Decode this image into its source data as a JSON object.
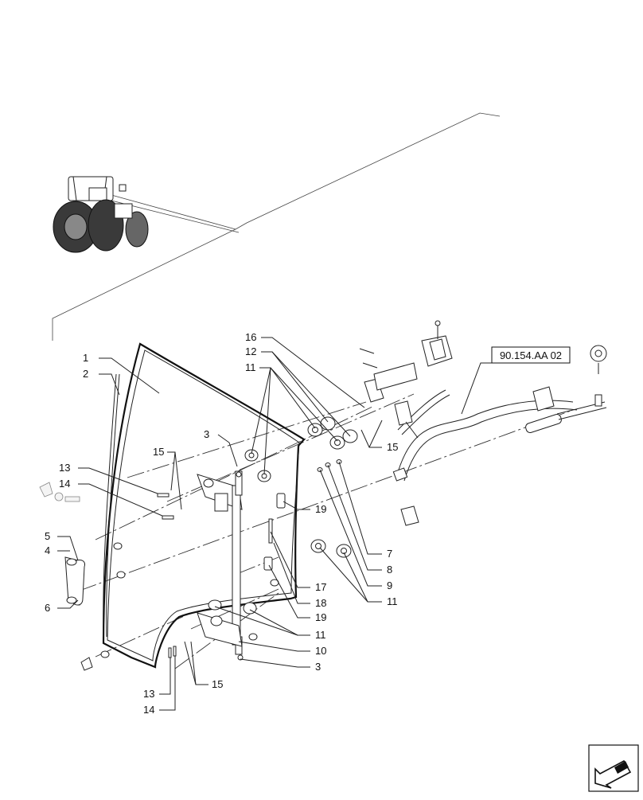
{
  "diagram": {
    "reference_box": "90.154.AA 02",
    "callouts": {
      "c1": "1",
      "c2": "2",
      "c3a": "3",
      "c3b": "3",
      "c4": "4",
      "c5": "5",
      "c6": "6",
      "c7": "7",
      "c8": "8",
      "c9": "9",
      "c10": "10",
      "c11a": "11",
      "c11b": "11",
      "c11c": "11",
      "c12": "12",
      "c13a": "13",
      "c13b": "13",
      "c14a": "14",
      "c14b": "14",
      "c15a": "15",
      "c15b": "15",
      "c15c": "15",
      "c16": "16",
      "c17": "17",
      "c18": "18",
      "c19a": "19",
      "c19b": "19"
    }
  },
  "nav": {
    "icon": "next-page-arrow-icon"
  }
}
